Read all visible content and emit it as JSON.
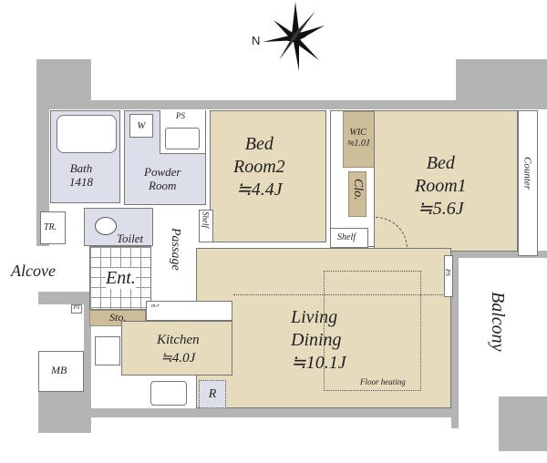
{
  "compass": {
    "north_label": "N"
  },
  "rooms": {
    "bath": {
      "name": "Bath",
      "size": "1418"
    },
    "washer": {
      "label": "W"
    },
    "ps_top": {
      "label": "PS"
    },
    "powder": {
      "name": "Powder",
      "name2": "Room"
    },
    "bed2": {
      "name": "Bed",
      "name2": "Room2",
      "area": "≒4.4J"
    },
    "wic": {
      "name": "WIC",
      "area": "≒1.0J"
    },
    "clo": {
      "name": "Clo."
    },
    "shelf_bed": {
      "name": "Shelf"
    },
    "bed1": {
      "name": "Bed",
      "name2": "Room1",
      "area": "≒5.6J"
    },
    "counter": {
      "name": "Counter"
    },
    "tr": {
      "name": "TR."
    },
    "toilet": {
      "name": "Toilet"
    },
    "passage": {
      "name": "Passage"
    },
    "shelf_passage": {
      "name": "Shelf"
    },
    "alcove": {
      "name": "Alcove"
    },
    "entrance": {
      "name": "Ent."
    },
    "ps_left": {
      "label": "PS"
    },
    "storage": {
      "name": "Sto."
    },
    "mr": {
      "label": "m-r"
    },
    "mb": {
      "name": "MB"
    },
    "kitchen": {
      "name": "Kitchen",
      "area": "≒4.0J"
    },
    "refrigerator": {
      "label": "R"
    },
    "living": {
      "name": "Living",
      "name2": "Dining",
      "area": "≒10.1J"
    },
    "floor_heating": {
      "label": "Floor heating"
    },
    "ps_right": {
      "label": "PS"
    },
    "balcony": {
      "name": "Balcony"
    }
  }
}
